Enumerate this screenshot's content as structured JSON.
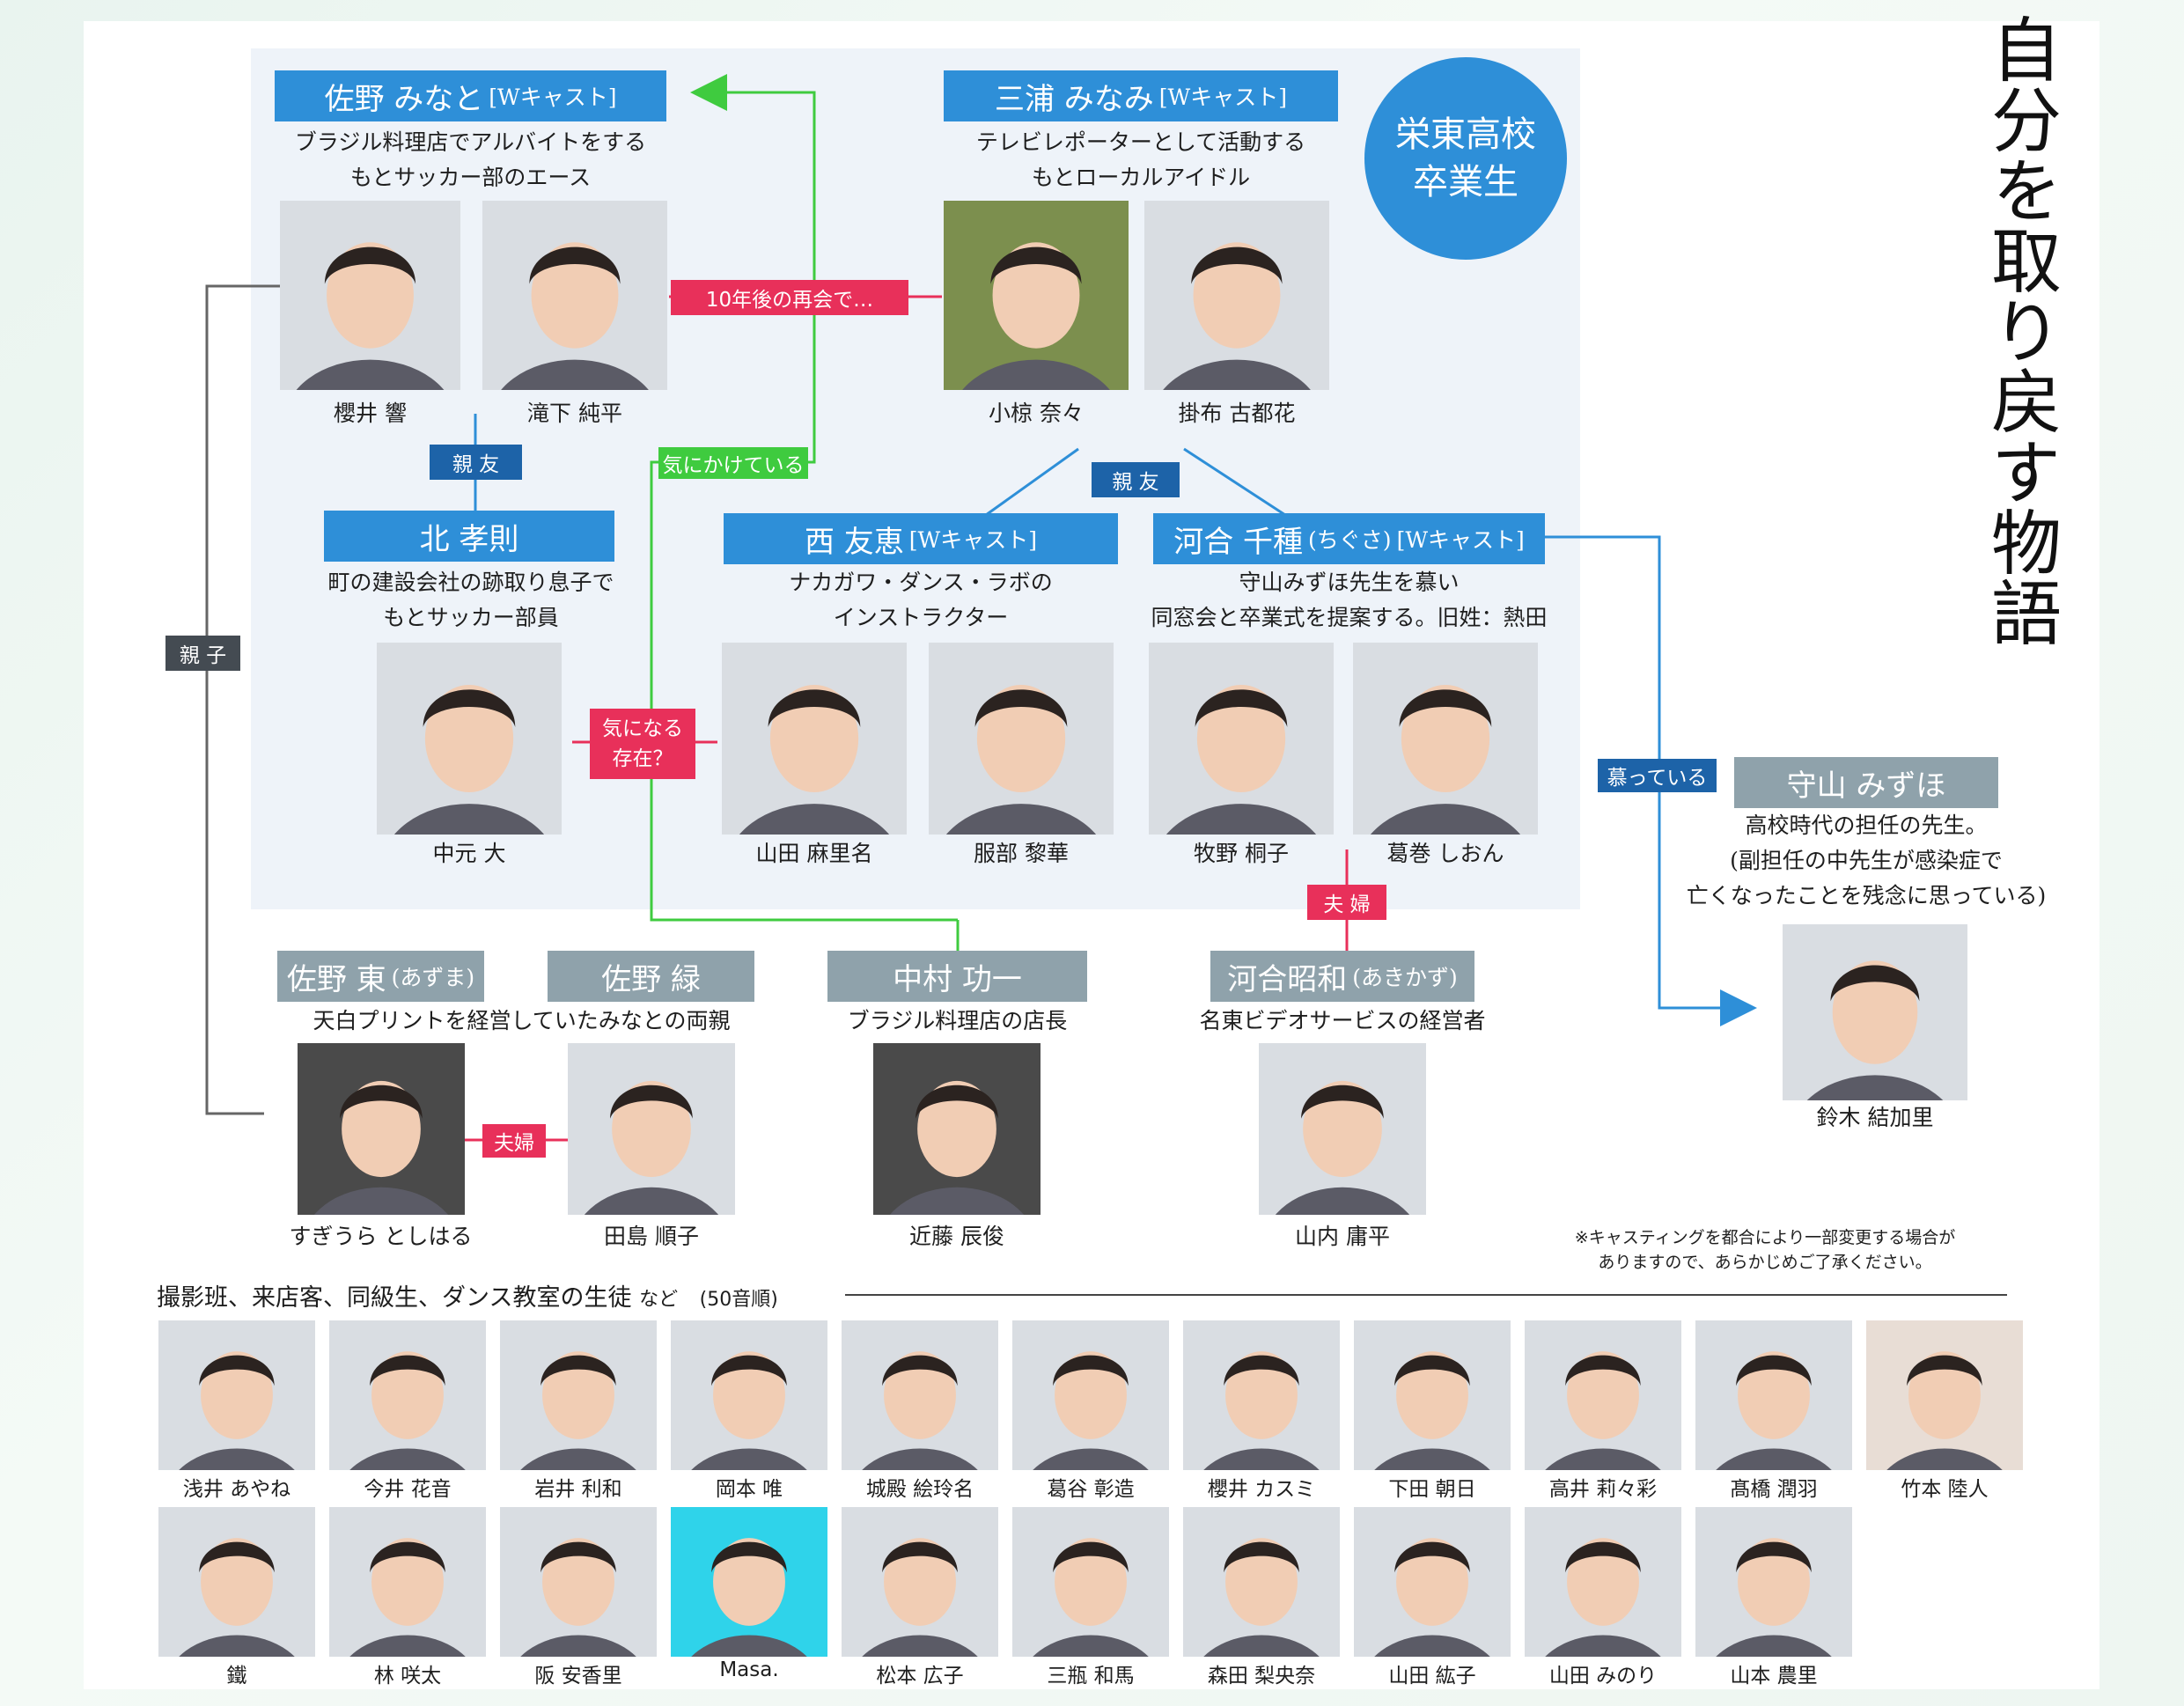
{
  "title": "自分を取り戻す物語",
  "graduates_badge": [
    "栄東高校",
    "卒業生"
  ],
  "characters": {
    "sano_minato": {
      "name": "佐野 みなと",
      "w": "[Wキャスト]",
      "desc1": "ブラジル料理店でアルバイトをする",
      "desc2": "もとサッカー部のエース",
      "actor1": "櫻井 響",
      "actor2": "滝下 純平"
    },
    "miura_minami": {
      "name": "三浦 みなみ",
      "w": "[Wキャスト]",
      "desc1": "テレビレポーターとして活動する",
      "desc2": "もとローカルアイドル",
      "actor1": "小椋 奈々",
      "actor2": "掛布 古都花"
    },
    "kita_takanori": {
      "name": "北 孝則",
      "desc1": "町の建設会社の跡取り息子で",
      "desc2": "もとサッカー部員",
      "actor": "中元 大"
    },
    "nishi_tomoe": {
      "name": "西 友恵",
      "w": "[Wキャスト]",
      "desc1": "ナカガワ・ダンス・ラボの",
      "desc2": "インストラクター",
      "actor1": "山田 麻里名",
      "actor2": "服部 黎華"
    },
    "kawai_chigusa": {
      "name": "河合 千種",
      "reading": "(ちぐさ)",
      "w": "[Wキャスト]",
      "desc1": "守山みずほ先生を慕い",
      "desc2": "同窓会と卒業式を提案する。旧姓：熱田",
      "actor1": "牧野 桐子",
      "actor2": "葛巻 しおん"
    },
    "moriyama_mizuho": {
      "name": "守山 みずほ",
      "desc1": "高校時代の担任の先生。",
      "desc2": "(副担任の中先生が感染症で",
      "desc3": "亡くなったことを残念に思っている)",
      "actor": "鈴木 結加里"
    },
    "sano_azuma": {
      "name": "佐野 東",
      "reading": "(あずま)",
      "actor": "すぎうら としはる"
    },
    "sano_midori": {
      "name": "佐野 緑",
      "actor": "田島 順子"
    },
    "sano_parents_desc": "天白プリントを経営していたみなとの両親",
    "nakamura_koichi": {
      "name": "中村 功一",
      "desc": "ブラジル料理店の店長",
      "actor": "近藤 辰俊"
    },
    "kawai_akikazu": {
      "name": "河合昭和",
      "reading": "(あきかず)",
      "desc": "名東ビデオサービスの経営者",
      "actor": "山内 庸平"
    }
  },
  "relations": {
    "reunion": "10年後の再会で…",
    "shinyu_1": "親 友",
    "shinyu_2": "親 友",
    "oyako": "親 子",
    "kinikaketeiru": "気にかけている",
    "kininaru_1": "気になる",
    "kininaru_2": "存在？",
    "fuufu_1": "夫 婦",
    "fuufu_2": "夫婦",
    "shitatteiru": "慕っている"
  },
  "note": [
    "※キャスティングを都合により一部変更する場合が",
    "ありますので、あらかじめご了承ください。"
  ],
  "ensemble": {
    "title": "撮影班、来店客、同級生、ダンス教室の生徒",
    "suffix": "など",
    "order": "(50音順)",
    "row1": [
      "浅井 あやね",
      "今井 花音",
      "岩井 利和",
      "岡本 唯",
      "城殿 絵玲名",
      "葛谷 彰造",
      "櫻井 カスミ",
      "下田 朝日",
      "高井 莉々彩",
      "髙橋 潤羽",
      "竹本 陸人"
    ],
    "row2": [
      "鐵",
      "林 咲太",
      "阪 安香里",
      "Masa.",
      "松本 広子",
      "三瓶 和馬",
      "森田 梨央奈",
      "山田 紘子",
      "山田 みのり",
      "山本 農里"
    ]
  },
  "colors": {
    "blue": "#2e8fd8",
    "gray": "#8fa2ab",
    "red": "#e8305a",
    "green": "#3fcb3f",
    "dark": "#444b52",
    "navy": "#1d63a8"
  }
}
